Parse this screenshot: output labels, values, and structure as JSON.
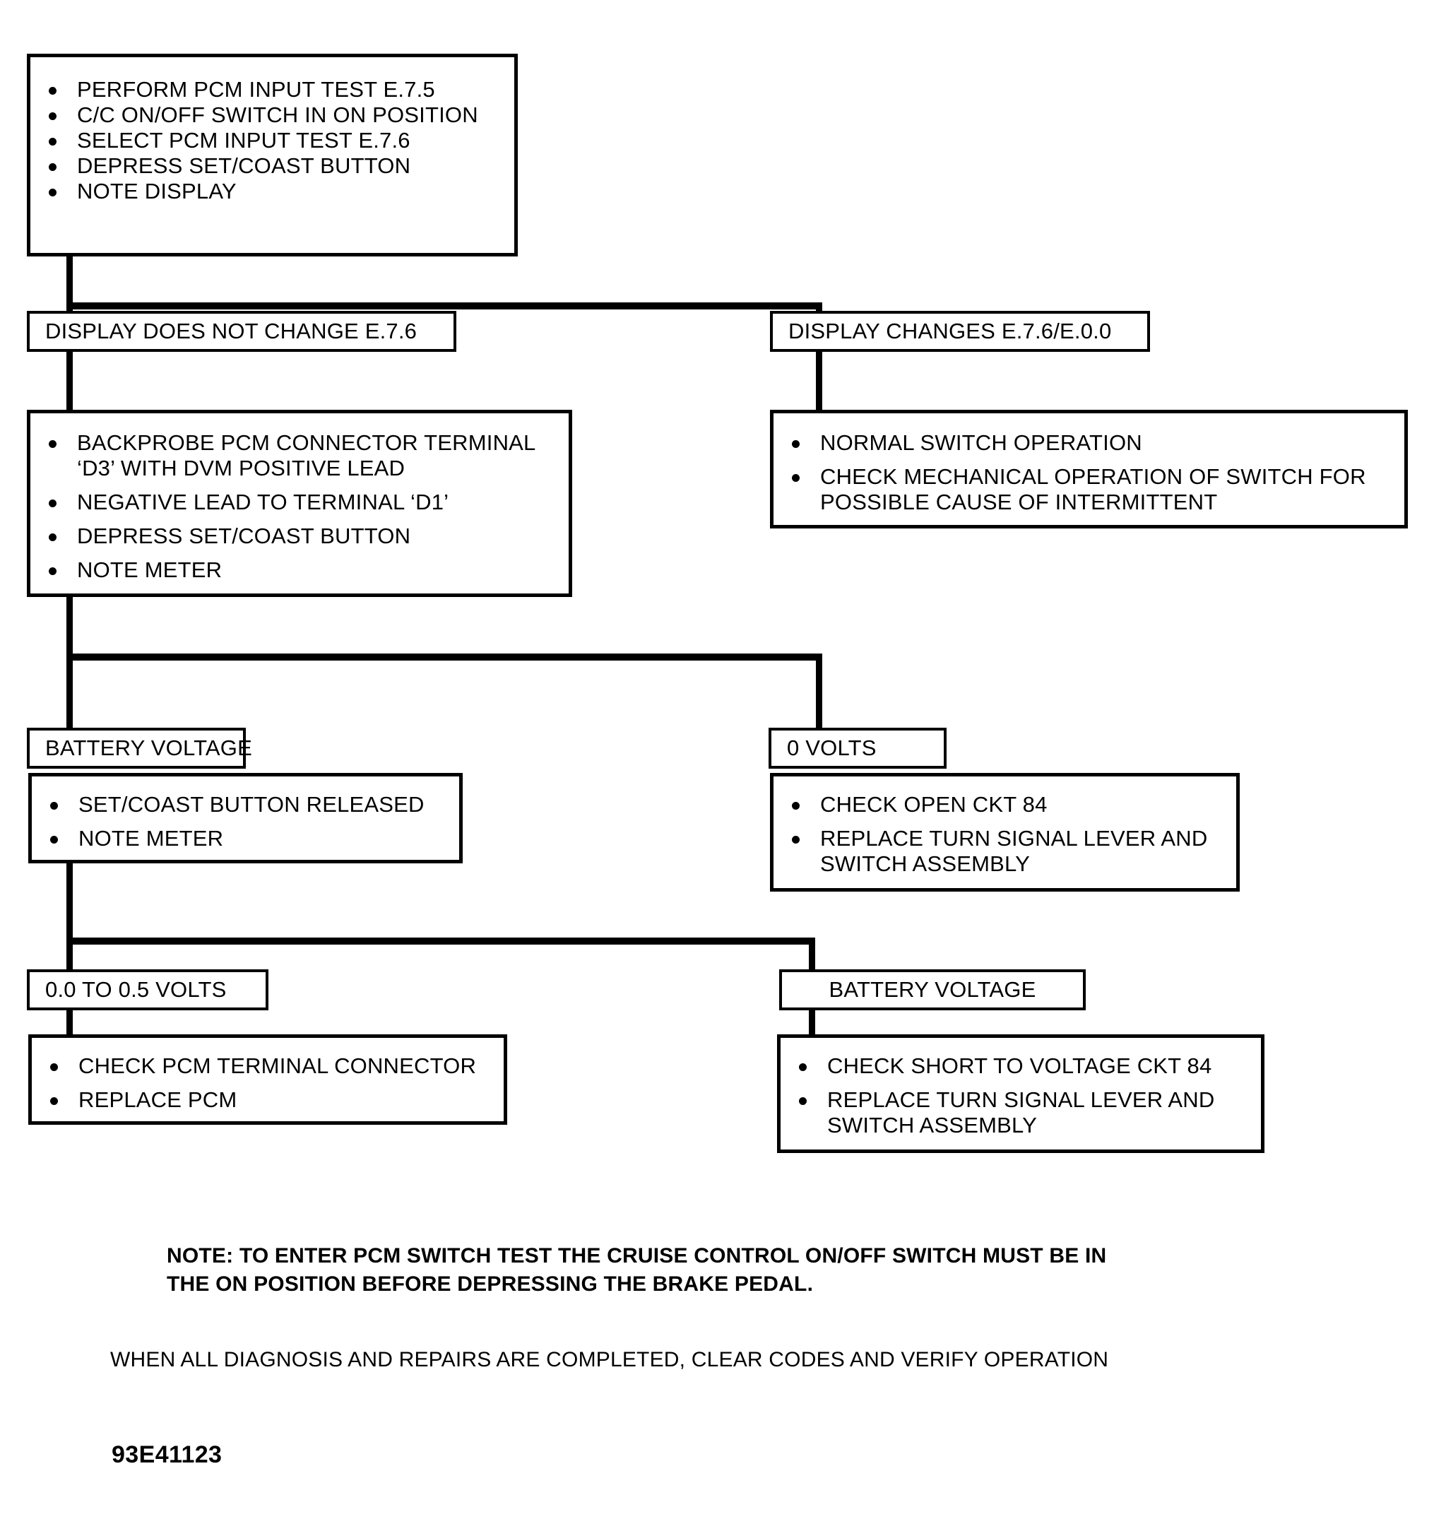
{
  "diagram": {
    "title": "PCM Switch Test Diagnostic Flowchart",
    "nodes": {
      "start": {
        "name": "initial-test-procedure",
        "items": [
          "PERFORM PCM INPUT TEST E.7.5",
          "C/C ON/OFF SWITCH IN ON POSITION",
          "SELECT PCM INPUT TEST E.7.6",
          "DEPRESS SET/COAST BUTTON",
          "NOTE DISPLAY"
        ]
      },
      "display_no_change": {
        "label": "DISPLAY DOES NOT CHANGE E.7.6"
      },
      "display_changes": {
        "label": "DISPLAY CHANGES E.7.6/E.0.0"
      },
      "backprobe": {
        "name": "backprobe-procedure",
        "items": [
          "BACKPROBE PCM CONNECTOR TERMINAL\n‘D3’ WITH DVM POSITIVE LEAD",
          "NEGATIVE LEAD TO TERMINAL ‘D1’",
          "DEPRESS SET/COAST  BUTTON",
          "NOTE METER"
        ]
      },
      "normal_switch": {
        "name": "normal-switch-result",
        "items": [
          "NORMAL SWITCH OPERATION",
          "CHECK MECHANICAL OPERATION OF SWITCH FOR\nPOSSIBLE  CAUSE OF INTERMITTENT"
        ]
      },
      "battery_voltage_1": {
        "label": "BATTERY VOLTAGE"
      },
      "zero_volts": {
        "label": "0 VOLTS"
      },
      "set_coast_released": {
        "name": "set-coast-released-procedure",
        "items": [
          "SET/COAST BUTTON RELEASED",
          "NOTE METER"
        ]
      },
      "check_open_ckt": {
        "name": "check-open-circuit-action",
        "items": [
          "CHECK OPEN CKT 84",
          "REPLACE TURN SIGNAL LEVER AND\nSWITCH ASSEMBLY"
        ]
      },
      "volts_range": {
        "label": "0.0 TO 0.5 VOLTS"
      },
      "battery_voltage_2": {
        "label": "BATTERY VOLTAGE"
      },
      "check_pcm": {
        "name": "check-pcm-action",
        "items": [
          "CHECK PCM TERMINAL CONNECTOR",
          "REPLACE PCM"
        ]
      },
      "check_short": {
        "name": "check-short-action",
        "items": [
          "CHECK SHORT TO VOLTAGE CKT 84",
          "REPLACE TURN SIGNAL LEVER AND\nSWITCH ASSEMBLY"
        ]
      }
    },
    "footer": {
      "note": "NOTE:    TO ENTER PCM SWITCH TEST THE CRUISE CONTROL ON/OFF SWITCH MUST BE IN\nTHE ON POSITION BEFORE DEPRESSING THE BRAKE PEDAL.",
      "closing": "WHEN ALL DIAGNOSIS AND REPAIRS ARE COMPLETED, CLEAR CODES AND VERIFY OPERATION",
      "part_number": "93E41123"
    },
    "colors": {
      "ink": "#000000",
      "paper": "#ffffff"
    }
  }
}
